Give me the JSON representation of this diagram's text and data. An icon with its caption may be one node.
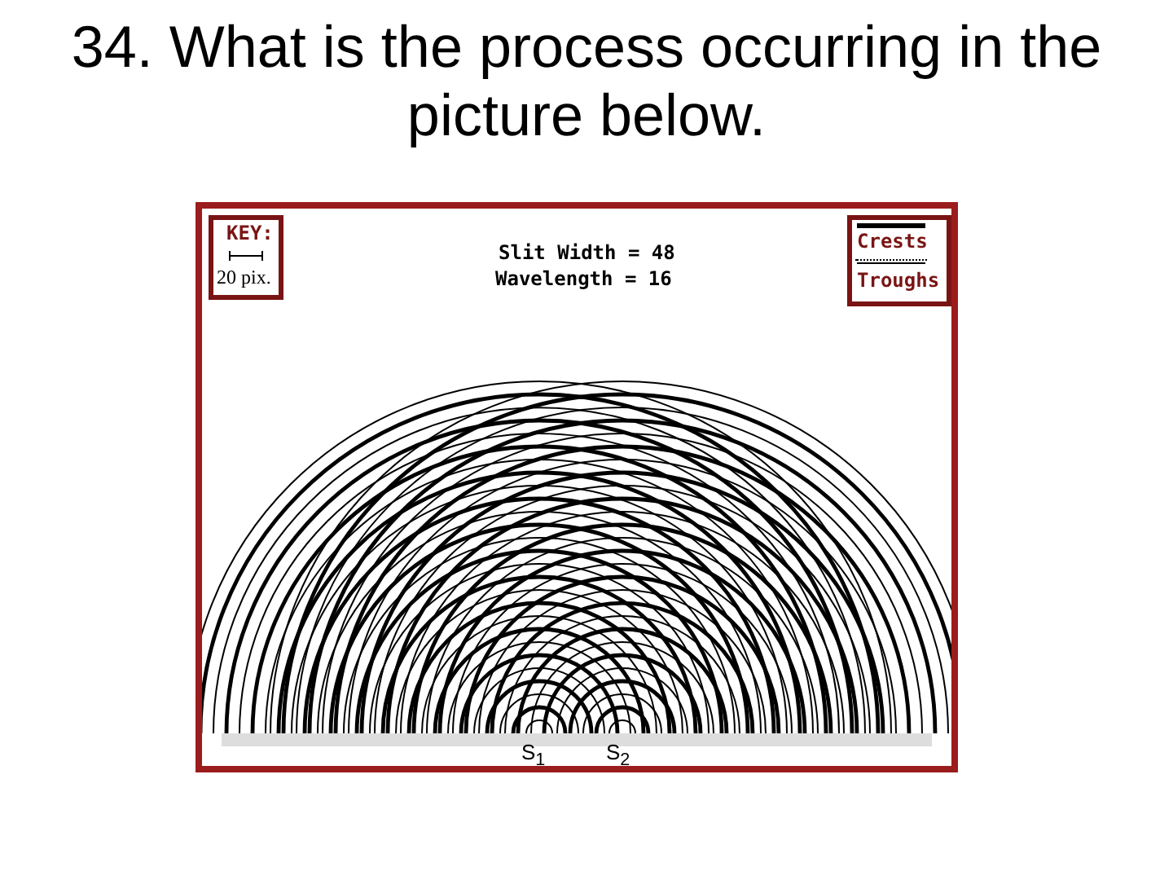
{
  "diagram": {
    "title": "34. What is the process occurring in the picture below.",
    "labels": [
      "KEY:",
      "20 pix.",
      "Slit Width = 48",
      "Wavelength = 16",
      "S$_{1}$",
      "S$_{2}$"
    ],
    "legend": [
      {
        "text": "Crests"
      },
      {
        "text": "Troughs"
      }
    ]
  }
}
